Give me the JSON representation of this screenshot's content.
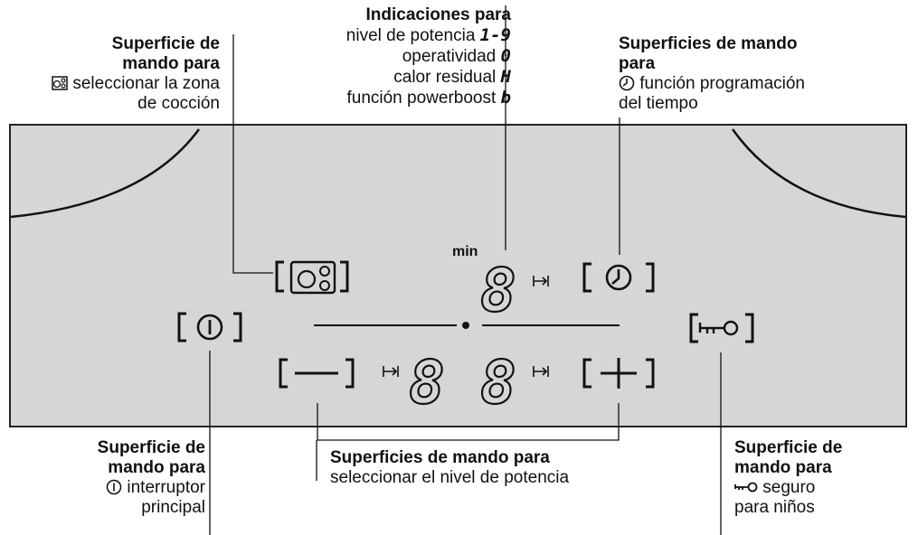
{
  "labels": {
    "indicaciones": {
      "title": "Indicaciones para",
      "lines": [
        {
          "text": "nivel de potencia",
          "glyph": "1-9"
        },
        {
          "text": "operatividad",
          "glyph": "0"
        },
        {
          "text": "calor residual",
          "glyph": "H"
        },
        {
          "text": "función powerboost",
          "glyph": "b"
        }
      ]
    },
    "zona": {
      "title1": "Superficie de",
      "title2": "mando para",
      "line1": "seleccionar la zona",
      "line2": "de cocción"
    },
    "tiempo": {
      "title1": "Superficies de mando",
      "title2": "para",
      "line1": "función programación",
      "line2": "del tiempo"
    },
    "interruptor": {
      "title1": "Superficie de",
      "title2": "mando para",
      "line1": "interruptor",
      "line2": "principal"
    },
    "potencia": {
      "title": "Superficies de mando para",
      "line1": "seleccionar el nivel de potencia"
    },
    "seguro": {
      "title1": "Superficie de",
      "title2": "mando para",
      "line1": "seguro",
      "line2": "para niños"
    }
  },
  "panel": {
    "min_label": "min",
    "display_top": "8",
    "display_left": "8",
    "display_right": "8",
    "minus": "—",
    "plus": "+"
  },
  "icons": [
    "zone-select-icon",
    "clock-icon",
    "power-icon",
    "key-lock-icon",
    "timer-arrow-icon"
  ]
}
